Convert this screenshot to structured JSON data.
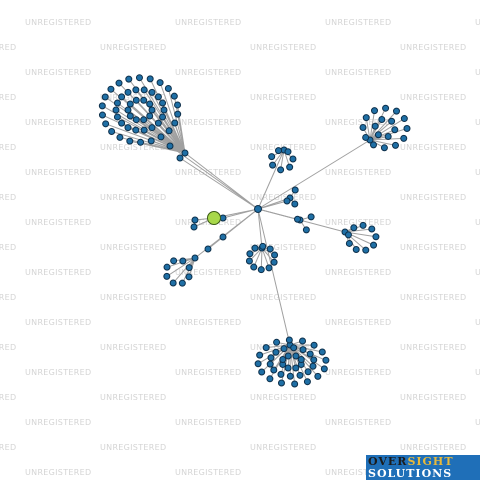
{
  "watermark_text": "UNREGISTERED",
  "logo": {
    "line1_dark": "OVER",
    "line1_accent": "SIGHT",
    "line2": "SOLUTIONS",
    "bg_color": "#1f6fb8",
    "dark_color": "#1b1b1b",
    "accent_color": "#e8b93a"
  },
  "colors": {
    "background": "#ffffff",
    "edge": "#a0a0a0",
    "node_fill": "#1f6fa5",
    "node_stroke": "#0d2f4a",
    "focus_node_fill": "#a8d84a",
    "focus_node_stroke": "#3a5a14",
    "watermark": "#d4d4d4"
  },
  "graph": {
    "node_shape": "circle",
    "focus_node_count": 1,
    "hub_count": 1,
    "cluster_count": 9,
    "node_count_approx": 190
  }
}
